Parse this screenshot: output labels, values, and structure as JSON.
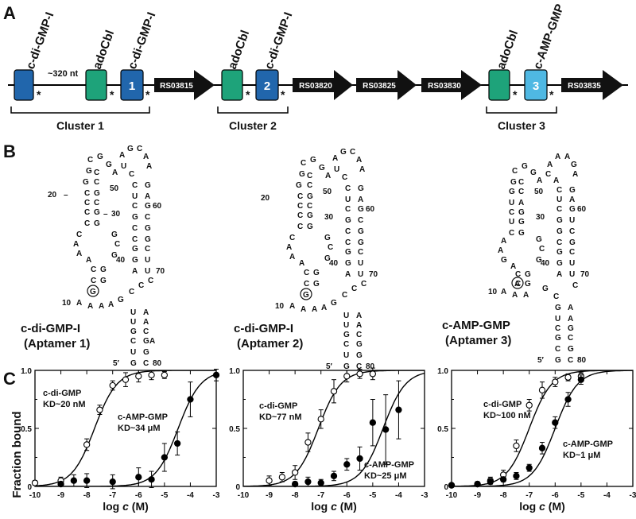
{
  "panel_labels": [
    "A",
    "B",
    "C"
  ],
  "panel_a": {
    "top_labels": [
      "c-di-GMP-I",
      "adoCbl",
      "c-di-GMP-I",
      "adoCbl",
      "c-di-GMP-I",
      "adoCbl",
      "c-AMP-GMP"
    ],
    "spacer_label": "~320 nt",
    "aptamer_numbers": [
      "1",
      "2",
      "3"
    ],
    "genes": [
      "RS03815",
      "RS03820",
      "RS03825",
      "RS03830",
      "RS03835"
    ],
    "asterisk": "*",
    "clusters": [
      "Cluster 1",
      "Cluster 2",
      "Cluster 3"
    ],
    "colors": {
      "c_di_gmp": "#2166ac",
      "adocbl": "#1ea37a",
      "c_amp_gmp": "#4fb8e3",
      "gene_arrow": "#111111"
    }
  },
  "panel_b": {
    "structures": [
      {
        "name": "c-di-GMP-I",
        "sub": "(Aptamer 1)",
        "circled": "G"
      },
      {
        "name": "c-di-GMP-I",
        "sub": "(Aptamer 2)",
        "circled": "G"
      },
      {
        "name": "c-AMP-GMP",
        "sub": "(Aptamer 3)",
        "circled": "A"
      }
    ],
    "numbers": {
      "n10": "10",
      "n20": "20",
      "n30": "30",
      "n40": "40",
      "n50": "50",
      "n60": "60",
      "n70": "70",
      "n80": "80",
      "five_prime": "5′"
    },
    "stem_sequences": {
      "apt1_p1_left": [
        "C",
        "G",
        "G",
        "C",
        "C",
        "C",
        "C"
      ],
      "apt1_p1_right": [
        "G",
        "A",
        "C",
        "G",
        "G",
        "C",
        "C"
      ]
    }
  },
  "panel_c": {
    "y_axis_label": "Fraction bound",
    "x_axis_label_prefix": "log ",
    "x_axis_label_var": "c",
    "x_axis_label_suffix": " (M)",
    "y_ticks": [
      "0",
      "0.5",
      "1.0"
    ],
    "x_ticks": [
      "-10",
      "-9",
      "-8",
      "-7",
      "-6",
      "-5",
      "-4",
      "-3"
    ]
  },
  "chart_data": [
    {
      "type": "scatter",
      "xlabel": "log c (M)",
      "ylabel": "Fraction bound",
      "xlim": [
        -10,
        -3
      ],
      "ylim": [
        0,
        1
      ],
      "series": [
        {
          "name": "c-di-GMP",
          "kd_label": "KD~20 nM",
          "marker": "open",
          "x": [
            -10,
            -9,
            -8,
            -7.5,
            -7,
            -6.5,
            -6,
            -5.5,
            -5
          ],
          "y": [
            0.03,
            0.05,
            0.36,
            0.66,
            0.87,
            0.92,
            0.95,
            0.96,
            0.96
          ],
          "err": [
            0.02,
            0.03,
            0.05,
            0.04,
            0.04,
            0.06,
            0.05,
            0.04,
            0.03
          ],
          "fit_log_kd": -7.7
        },
        {
          "name": "c-AMP-GMP",
          "kd_label": "KD~34 μM",
          "marker": "filled",
          "x": [
            -9,
            -8.5,
            -8,
            -7,
            -6,
            -5.5,
            -5,
            -4.5,
            -4,
            -3
          ],
          "y": [
            0.02,
            0.05,
            0.05,
            0.04,
            0.08,
            0.06,
            0.25,
            0.37,
            0.75,
            0.96
          ],
          "err": [
            0.02,
            0.05,
            0.06,
            0.06,
            0.08,
            0.07,
            0.12,
            0.1,
            0.15,
            0.05
          ],
          "fit_log_kd": -4.47
        }
      ]
    },
    {
      "type": "scatter",
      "xlabel": "log c (M)",
      "ylabel": "",
      "xlim": [
        -10,
        -3
      ],
      "ylim": [
        0,
        1
      ],
      "series": [
        {
          "name": "c-di-GMP",
          "kd_label": "KD~77 nM",
          "marker": "open",
          "x": [
            -9,
            -8.5,
            -8,
            -7.5,
            -7,
            -6.5,
            -6,
            -5.5,
            -5
          ],
          "y": [
            0.05,
            0.08,
            0.12,
            0.38,
            0.58,
            0.82,
            0.95,
            0.97,
            0.97
          ],
          "err": [
            0.04,
            0.04,
            0.06,
            0.08,
            0.08,
            0.1,
            0.05,
            0.04,
            0.05
          ],
          "fit_log_kd": -7.1
        },
        {
          "name": "c-AMP-GMP",
          "kd_label": "KD~25 μM",
          "marker": "filled",
          "x": [
            -8,
            -7.5,
            -7,
            -6.5,
            -6,
            -5.5,
            -5,
            -4.5,
            -4
          ],
          "y": [
            0.02,
            0.04,
            0.03,
            0.09,
            0.19,
            0.24,
            0.55,
            0.49,
            0.66
          ],
          "err": [
            0.02,
            0.04,
            0.03,
            0.04,
            0.05,
            0.1,
            0.2,
            0.3,
            0.25
          ],
          "fit_log_kd": -4.6
        }
      ]
    },
    {
      "type": "scatter",
      "xlabel": "log c (M)",
      "ylabel": "",
      "xlim": [
        -10,
        -3
      ],
      "ylim": [
        0,
        1
      ],
      "series": [
        {
          "name": "c-di-GMP",
          "kd_label": "KD~100 nM",
          "marker": "open",
          "x": [
            -10,
            -9,
            -8.5,
            -8,
            -7.5,
            -7,
            -6.5,
            -6,
            -5.5,
            -5
          ],
          "y": [
            0.01,
            0.02,
            0.05,
            0.1,
            0.35,
            0.7,
            0.83,
            0.9,
            0.94,
            0.95
          ],
          "err": [
            0.01,
            0.02,
            0.03,
            0.04,
            0.05,
            0.05,
            0.07,
            0.04,
            0.03,
            0.03
          ],
          "fit_log_kd": -7.0
        },
        {
          "name": "c-AMP-GMP",
          "kd_label": "KD~1 μM",
          "marker": "filled",
          "x": [
            -10,
            -9,
            -8.5,
            -8,
            -7.5,
            -7,
            -6.5,
            -6,
            -5.5,
            -5
          ],
          "y": [
            0.01,
            0.02,
            0.04,
            0.06,
            0.09,
            0.16,
            0.33,
            0.55,
            0.75,
            0.92
          ],
          "err": [
            0.01,
            0.01,
            0.02,
            0.02,
            0.03,
            0.03,
            0.05,
            0.05,
            0.06,
            0.04
          ],
          "fit_log_kd": -6.0
        }
      ]
    }
  ]
}
